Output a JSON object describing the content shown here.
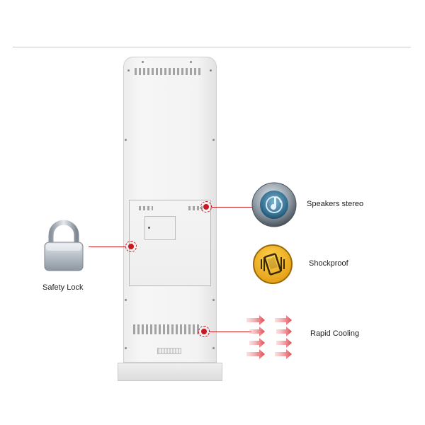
{
  "features": {
    "safety_lock": {
      "label": "Safety Lock",
      "icon": "padlock-icon"
    },
    "speakers": {
      "label": "Speakers stereo",
      "icon": "speaker-icon"
    },
    "shockproof": {
      "label": "Shockproof",
      "icon": "shockproof-phone-icon"
    },
    "cooling": {
      "label": "Rapid Cooling",
      "icon": "airflow-arrows-icon"
    }
  },
  "colors": {
    "accent_red": "#c7191f",
    "shock_yellow": "#f2b01e",
    "speaker_blue": "#3d7a9c"
  }
}
